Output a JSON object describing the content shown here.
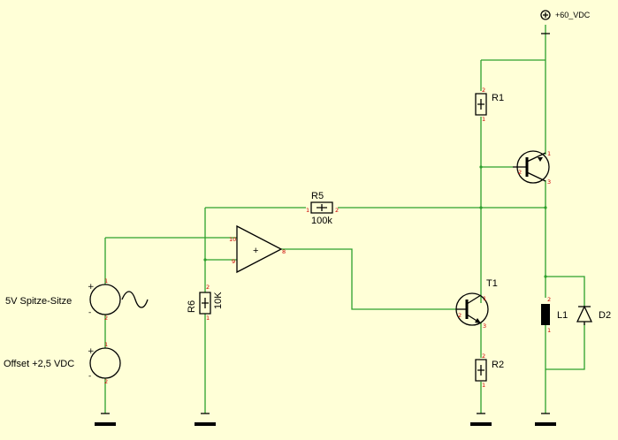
{
  "supply": {
    "label": "+60_VDC"
  },
  "resistors": {
    "r1": {
      "name": "R1",
      "pin_top": "2",
      "pin_bottom": "1"
    },
    "r2": {
      "name": "R2",
      "pin_top": "2",
      "pin_bottom": "1"
    },
    "r5": {
      "name": "R5",
      "value": "100k",
      "pin_left": "1",
      "pin_right": "2"
    },
    "r6": {
      "name": "R6",
      "value": "10K",
      "pin_top": "2",
      "pin_bottom": "1"
    }
  },
  "opamp": {
    "plus_sign": "+",
    "pin_in_a": "10",
    "pin_in_b": "9",
    "pin_out": "8"
  },
  "transistors": {
    "t1": {
      "name": "T1",
      "pin_base": "2",
      "pin_collector": "1",
      "pin_emitter": "3"
    },
    "t2": {
      "pin_base": "2",
      "pin_top": "1",
      "pin_bottom": "3"
    }
  },
  "sources": {
    "sine": {
      "label": "5V Spitze-Sitze",
      "pin_top": "1",
      "pin_bottom": "2",
      "plus": "+",
      "minus": "-"
    },
    "offset": {
      "label": "Offset +2,5 VDC",
      "pin_top": "1",
      "pin_bottom": "2",
      "plus": "+",
      "minus": "-"
    }
  },
  "inductor": {
    "name": "L1",
    "pin_top": "2",
    "pin_bottom": "1"
  },
  "diode": {
    "name": "D2"
  }
}
